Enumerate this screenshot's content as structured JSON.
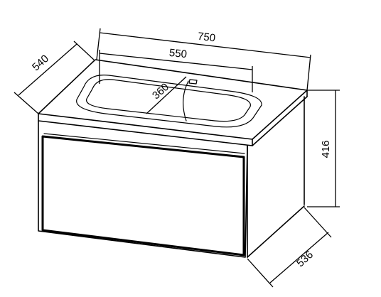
{
  "dimensions": {
    "overall_width": "750",
    "basin_width": "550",
    "overall_depth": "540",
    "basin_depth": "360",
    "height": "416",
    "cabinet_depth": "536"
  },
  "colors": {
    "line": "#000000",
    "background": "#ffffff"
  }
}
